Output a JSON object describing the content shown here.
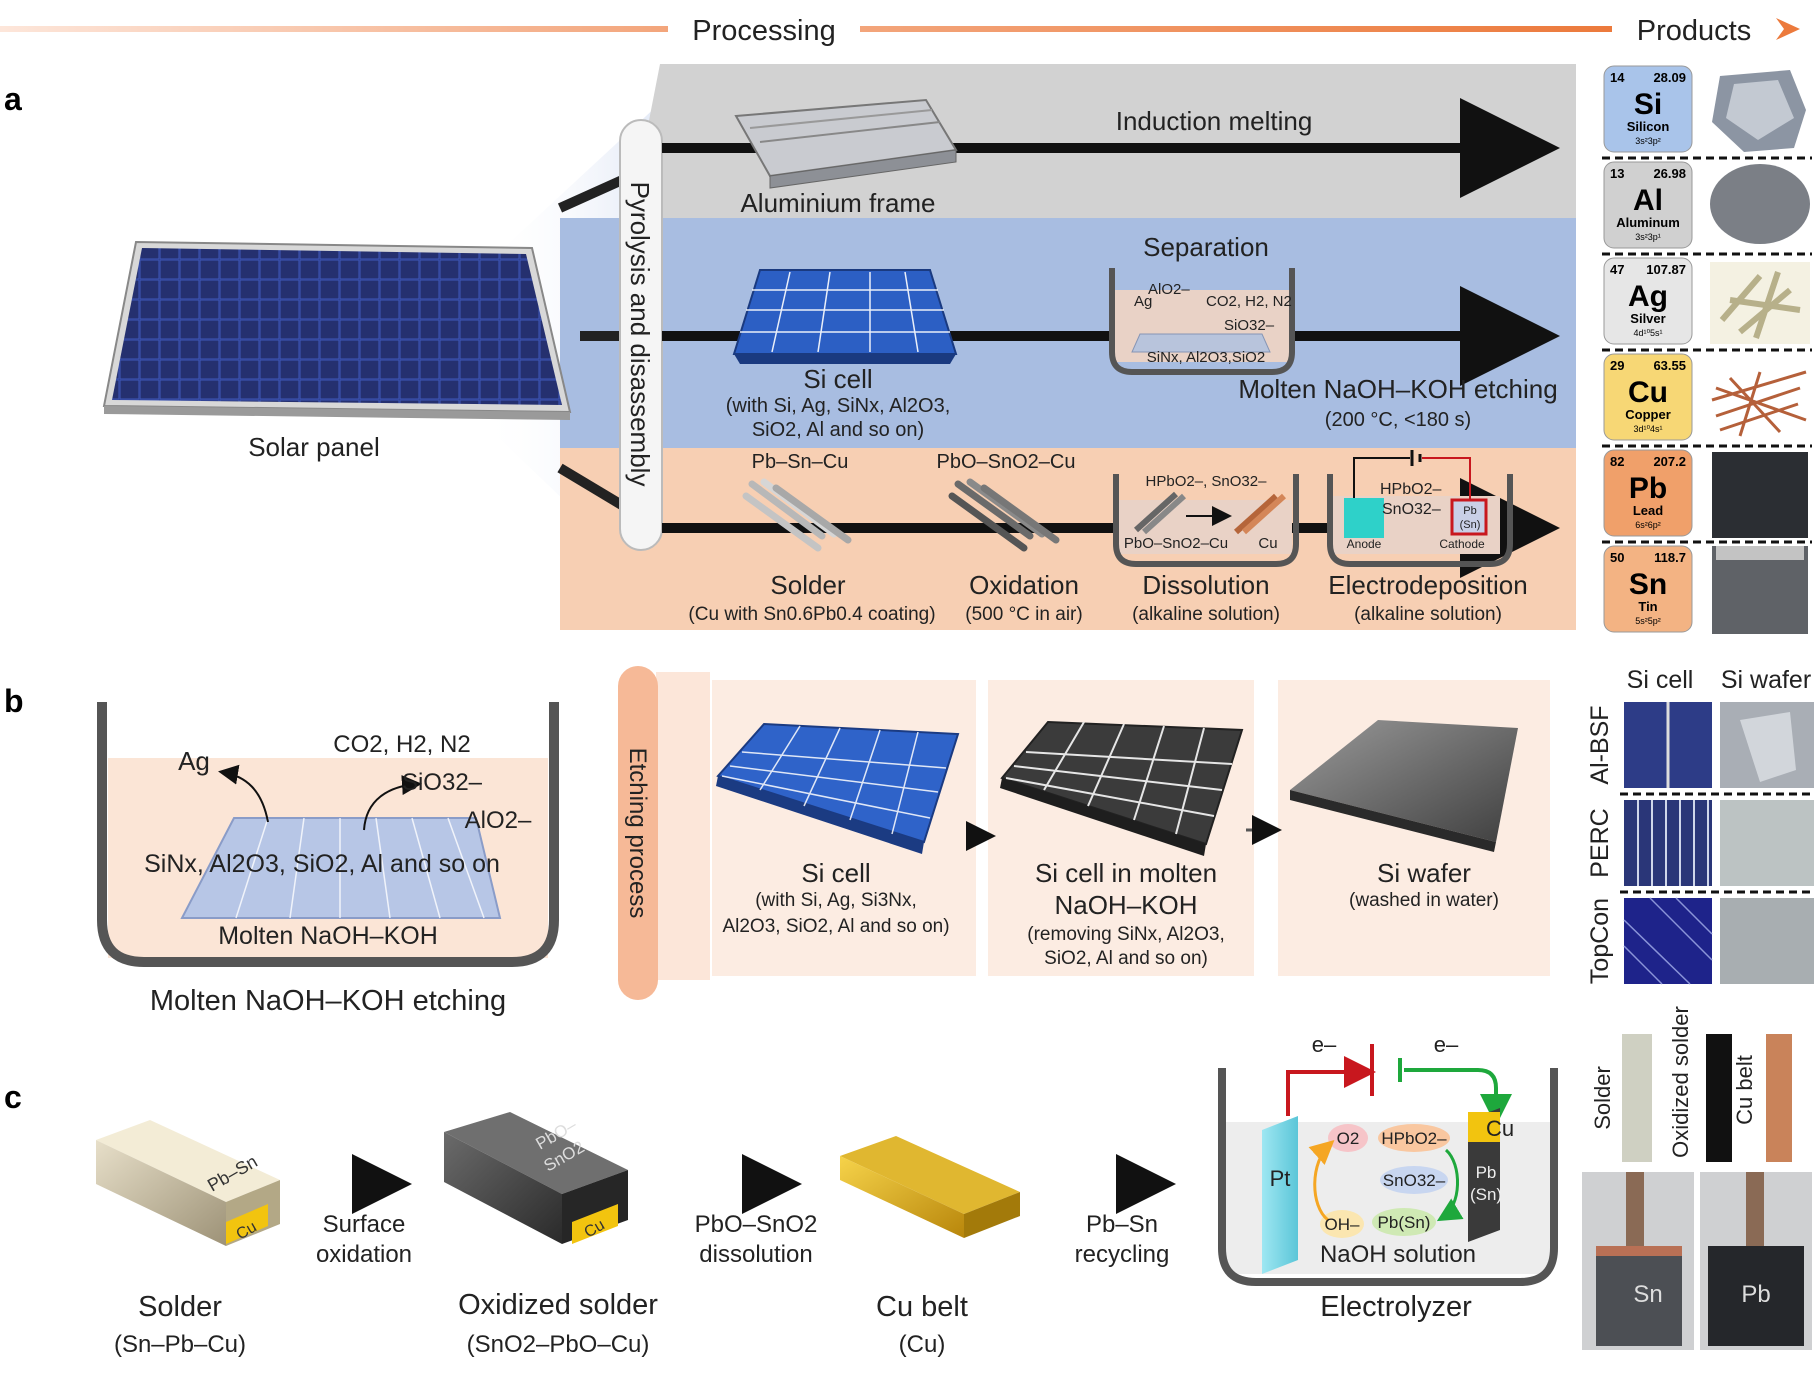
{
  "header": {
    "processing": "Processing",
    "products": "Products"
  },
  "panel_a": {
    "letter": "a",
    "solar_panel": "Solar panel",
    "pyrolysis": "Pyrolysis and disassembly",
    "row1": {
      "induction": "Induction melting",
      "frame": "Aluminium frame"
    },
    "row2": {
      "si_cell_title": "Si cell",
      "si_cell_l1": "(with Si, Ag, SiNx, Al2O3,",
      "si_cell_l2": "SiO2, Al and so on)",
      "separation": "Separation",
      "beaker_ag": "Ag",
      "beaker_alo2": "AlO2–",
      "beaker_gas": "CO2, H2, N2",
      "beaker_sio3": "SiO32–",
      "beaker_bottom": "SiNx, Al2O3,SiO2",
      "etch_title": "Molten NaOH–KOH etching",
      "etch_cond": "(200 °C, <180 s)"
    },
    "row3": {
      "pbsncu": "Pb–Sn–Cu",
      "pbosno2cu": "PbO–SnO2–Cu",
      "solder": "Solder",
      "solder_sub": "(Cu with Sn0.6Pb0.4 coating)",
      "oxidation": "Oxidation",
      "oxidation_sub": "(500 °C in air)",
      "dissolution": "Dissolution",
      "dissolution_sub": "(alkaline solution)",
      "diss_top": "HPbO2–, SnO32–",
      "diss_bottom_left": "PbO–SnO2–Cu",
      "diss_bottom_right": "Cu",
      "electro": "Electrodeposition",
      "electro_sub": "(alkaline solution)",
      "elec_hpbo2": "HPbO2–",
      "elec_sno3": "SnO32–",
      "anode": "Anode",
      "cathode": "Cathode",
      "cathode_pb": "Pb",
      "cathode_sn": "(Sn)"
    }
  },
  "elements": [
    {
      "num": "14",
      "mass": "28.09",
      "sym": "Si",
      "name": "Silicon",
      "config": "3s²3p²",
      "color": "#a9c4ea"
    },
    {
      "num": "13",
      "mass": "26.98",
      "sym": "Al",
      "name": "Aluminum",
      "config": "3s²3p¹",
      "color": "#d0d0d0"
    },
    {
      "num": "47",
      "mass": "107.87",
      "sym": "Ag",
      "name": "Silver",
      "config": "4d¹⁰5s¹",
      "color": "#e6e6e6"
    },
    {
      "num": "29",
      "mass": "63.55",
      "sym": "Cu",
      "name": "Copper",
      "config": "3d¹⁰4s¹",
      "color": "#f7d775"
    },
    {
      "num": "82",
      "mass": "207.2",
      "sym": "Pb",
      "name": "Lead",
      "config": "6s²6p²",
      "color": "#f0a06a"
    },
    {
      "num": "50",
      "mass": "118.7",
      "sym": "Sn",
      "name": "Tin",
      "config": "5s²5p²",
      "color": "#f3b383"
    }
  ],
  "panel_b": {
    "letter": "b",
    "beaker_ag": "Ag",
    "beaker_gas": "CO2, H2, N2",
    "beaker_sio3": "SiO32–",
    "beaker_alo2": "AlO2–",
    "beaker_mix": "SiNx, Al2O3, SiO2, Al and so on",
    "beaker_melt": "Molten NaOH–KOH",
    "caption": "Molten NaOH–KOH etching",
    "etching_process": "Etching process",
    "step1_title": "Si cell",
    "step1_l1": "(with Si, Ag, Si3Nx,",
    "step1_l2": "Al2O3, SiO2, Al and so on)",
    "step2_title1": "Si cell in molten",
    "step2_title2": "NaOH–KOH",
    "step2_l1": "(removing SiNx, Al2O3,",
    "step2_l2": "SiO2, Al and so on)",
    "step3_title": "Si wafer",
    "step3_l1": "(washed in water)",
    "col_si_cell": "Si cell",
    "col_si_wafer": "Si wafer",
    "rows": [
      "Al-BSF",
      "PERC",
      "TopCon"
    ]
  },
  "panel_c": {
    "letter": "c",
    "solder": "Solder",
    "solder_sub": "(Sn–Pb–Cu)",
    "solder_face": "Pb–Sn",
    "solder_cu": "Cu",
    "arrow1_l1": "Surface",
    "arrow1_l2": "oxidation",
    "oxidized": "Oxidized solder",
    "oxidized_sub": "(SnO2–PbO–Cu)",
    "oxidized_face1": "PbO–",
    "oxidized_face2": "SnO2",
    "oxidized_cu": "Cu",
    "arrow2_l1": "PbO–SnO2",
    "arrow2_l2": "dissolution",
    "cubelt": "Cu belt",
    "cubelt_sub": "(Cu)",
    "arrow3_l1": "Pb–Sn",
    "arrow3_l2": "recycling",
    "electrolyzer": "Electrolyzer",
    "e_left": "e–",
    "e_right": "e–",
    "pt": "Pt",
    "o2": "O2",
    "hpbo2": "HPbO2–",
    "sno3": "SnO32–",
    "oh": "OH–",
    "pbsn": "Pb(Sn)",
    "cu_cathode": "Cu",
    "pb_el": "Pb",
    "sn_el": "(Sn)",
    "naoh": "NaOH solution",
    "photo_solder": "Solder",
    "photo_oxidized": "Oxidized solder",
    "photo_cubelt": "Cu belt",
    "photo_sn": "Sn",
    "photo_pb": "Pb"
  }
}
